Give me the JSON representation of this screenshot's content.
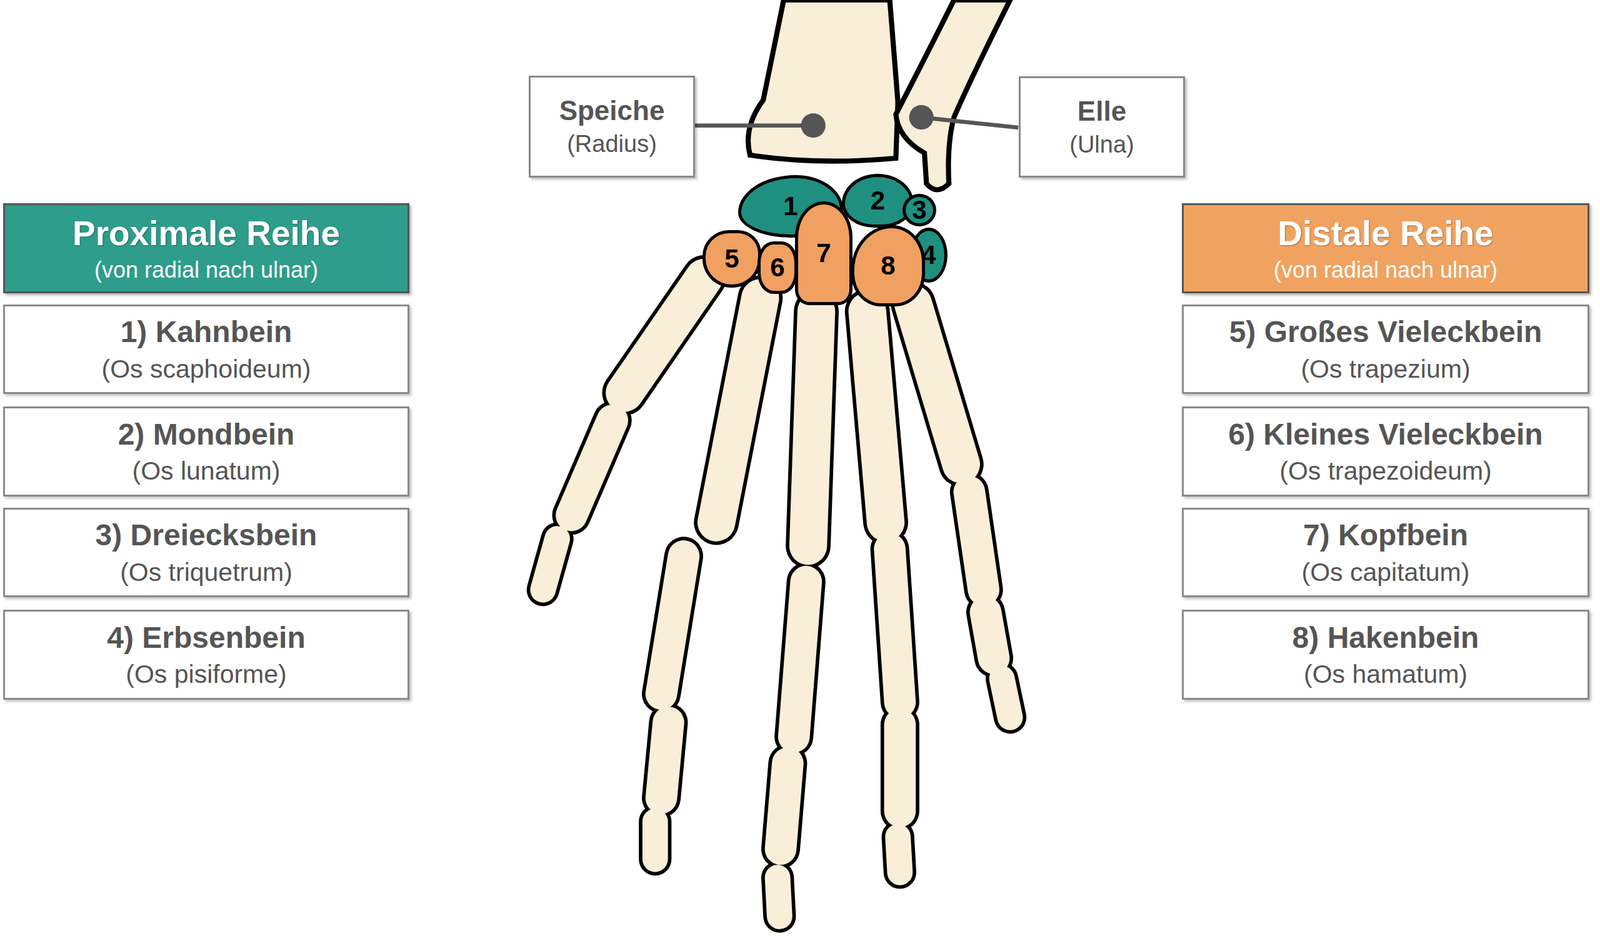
{
  "diagram": {
    "nodes": [
      {
        "text": [
          "Speiche",
          "(Radius)"
        ]
      },
      {
        "text": [
          "Elle",
          "(Ulna)"
        ]
      },
      {
        "text": [
          "Proximale Reihe",
          "(von radial nach ulnar)"
        ]
      },
      {
        "text": [
          "1) Kahnbein",
          "(Os scaphoideum)"
        ]
      },
      {
        "text": [
          "2) Mondbein",
          "(Os lunatum)"
        ]
      },
      {
        "text": [
          "3) Dreiecksbein",
          "(Os triquetrum)"
        ]
      },
      {
        "text": [
          "4) Erbsenbein",
          "(Os pisiforme)"
        ]
      },
      {
        "text": [
          "Distale Reihe",
          "(von radial nach ulnar)"
        ]
      },
      {
        "text": [
          "5) Großes Vieleckbein",
          "(Os trapezium)"
        ]
      },
      {
        "text": [
          "6) Kleines Vieleckbein",
          "(Os trapezoideum)"
        ]
      },
      {
        "text": [
          "7) Kopfbein",
          "(Os capitatum)"
        ]
      },
      {
        "text": [
          "8) Hakenbein",
          "(Os hamatum)"
        ]
      },
      {
        "text": [
          "1"
        ]
      },
      {
        "text": [
          "2"
        ]
      },
      {
        "text": [
          "3"
        ]
      },
      {
        "text": [
          "4"
        ]
      },
      {
        "text": [
          "5"
        ]
      },
      {
        "text": [
          "6"
        ]
      },
      {
        "text": [
          "7"
        ]
      },
      {
        "text": [
          "8"
        ]
      }
    ]
  }
}
